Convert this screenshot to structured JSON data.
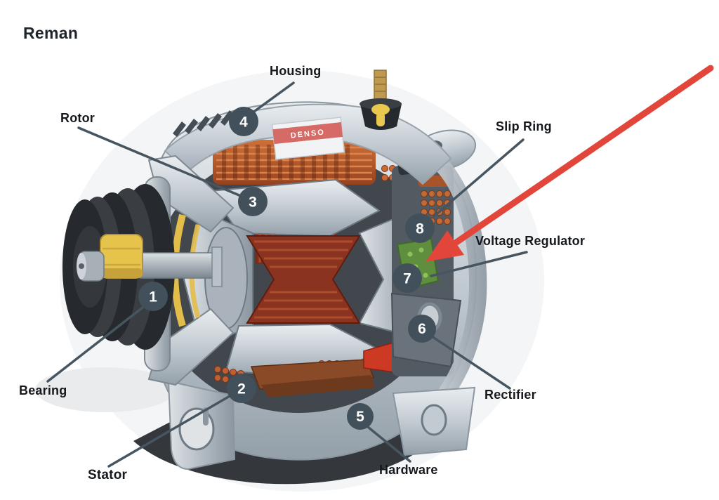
{
  "title": "Reman",
  "diagram": {
    "brand": "DENSO",
    "labels": [
      {
        "id": "housing",
        "text": "Housing",
        "badge": "4"
      },
      {
        "id": "rotor",
        "text": "Rotor",
        "badge": "3"
      },
      {
        "id": "slip_ring",
        "text": "Slip Ring",
        "badge": "8"
      },
      {
        "id": "voltage_regulator",
        "text": "Voltage Regulator",
        "badge": "7"
      },
      {
        "id": "bearing",
        "text": "Bearing",
        "badge": "1"
      },
      {
        "id": "stator",
        "text": "Stator",
        "badge": "2"
      },
      {
        "id": "hardware",
        "text": "Hardware",
        "badge": "5"
      },
      {
        "id": "rectifier",
        "text": "Rectifier",
        "badge": "6"
      }
    ],
    "badges": [
      {
        "number": "1"
      },
      {
        "number": "2"
      },
      {
        "number": "3"
      },
      {
        "number": "4"
      },
      {
        "number": "5"
      },
      {
        "number": "6"
      },
      {
        "number": "7"
      },
      {
        "number": "8"
      }
    ],
    "colors": {
      "arrow": "#e2463a",
      "badge_bg": "#41505b",
      "leader_line": "#46555f",
      "label_text": "#15181c",
      "brand_band": "#d66a66",
      "housing_metal": "#c3cbd2",
      "copper": "#b4552b",
      "regulator_board": "#5f8f3e"
    }
  }
}
